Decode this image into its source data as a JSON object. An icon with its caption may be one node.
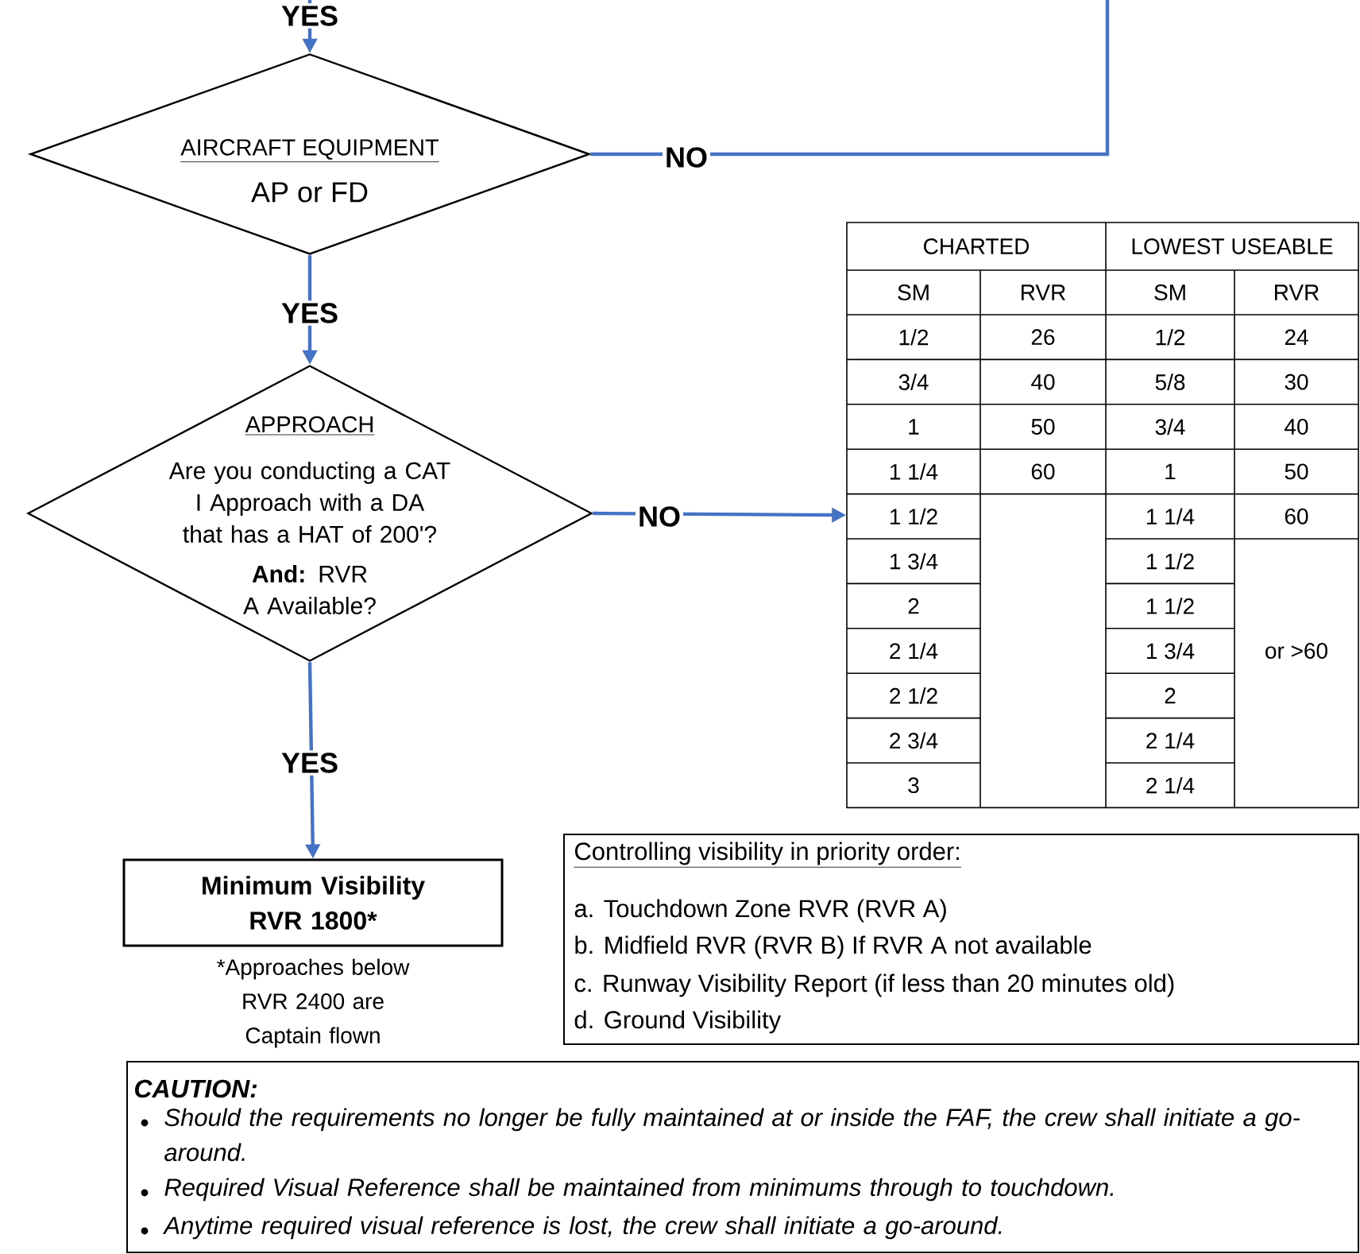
{
  "diagram": {
    "nodes": [
      {
        "text": [
          "AIRCRAFT EQUIPMENT",
          "AP or FD"
        ]
      },
      {
        "text": [
          "APPROACH",
          "Are you conducting a CAT I Approach with a DA that has a HAT of 200'?",
          "**And:** RVR A Available?"
        ]
      },
      {
        "text": [
          "CHARTED",
          "LOWEST USEABLE",
          "SM",
          "RVR",
          "SM",
          "RVR",
          "1/2",
          "26",
          "1/2",
          "24",
          "3/4",
          "40",
          "5/8",
          "30",
          "1",
          "50",
          "3/4",
          "40",
          "1 1/4",
          "60",
          "1",
          "50",
          "1 1/2",
          "1 1/4",
          "60",
          "1 3/4",
          "1 1/2",
          "2",
          "1 1/2",
          "2 1/4",
          "1 3/4",
          "or >60",
          "2 1/2",
          "2",
          "2 3/4",
          "2 1/4",
          "3",
          "2 1/4"
        ]
      },
      {
        "text": [
          "Minimum Visibility RVR 1800*"
        ],
        "beside": [
          "*Approaches below RVR 2400 are Captain flown"
        ]
      },
      {
        "text": [
          "Controlling visibility in priority order:",
          "a. Touchdown Zone RVR (RVR A)",
          "b. Midfield RVR (RVR B) If RVR A not available",
          "c. Runway Visibility Report  (if less than 20 minutes old)",
          "d. Ground Visibility"
        ]
      },
      {
        "text": [
          "CAUTION:",
          "Should the requirements no longer be fully maintained at or inside the FAF, the crew shall initiate a go-around.",
          "Required Visual Reference shall be maintained from minimums through to touchdown.",
          "Anytime required visual reference is lost, the crew shall initiate a go-around."
        ]
      }
    ],
    "edges": [
      {
        "from": null,
        "to": 0,
        "arrow": "to",
        "label": "YES"
      },
      {
        "from": 0,
        "to": null,
        "arrow": "none",
        "label": "NO"
      },
      {
        "from": 0,
        "to": 1,
        "arrow": "to",
        "label": "YES"
      },
      {
        "from": 1,
        "to": 2,
        "arrow": "to",
        "label": "NO"
      },
      {
        "from": 1,
        "to": 3,
        "arrow": "to",
        "label": "YES"
      }
    ]
  }
}
